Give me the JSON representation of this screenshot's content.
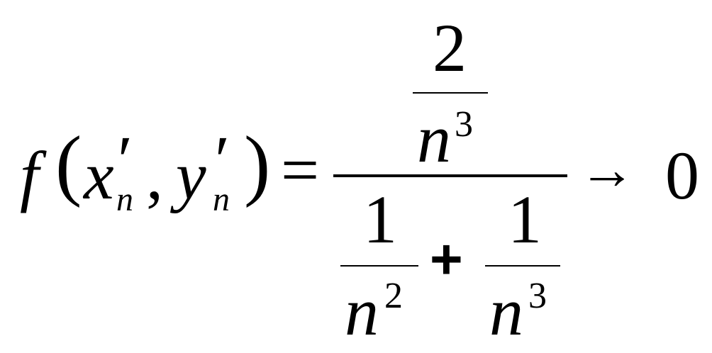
{
  "formula": {
    "function_name": "f",
    "open_paren": "(",
    "arg1_base": "x",
    "arg1_prime": "′",
    "arg1_subscript": "n",
    "comma": ",",
    "arg2_base": "y",
    "arg2_prime": "′",
    "arg2_subscript": "n",
    "close_paren": ")",
    "equals": "=",
    "numerator": {
      "top": "2",
      "bottom_base": "n",
      "bottom_exponent": "3"
    },
    "denominator": {
      "left_top": "1",
      "left_bottom_base": "n",
      "left_bottom_exponent": "2",
      "plus": "+",
      "right_top": "1",
      "right_bottom_base": "n",
      "right_bottom_exponent": "3"
    },
    "arrow": "→",
    "limit_value": "0"
  }
}
